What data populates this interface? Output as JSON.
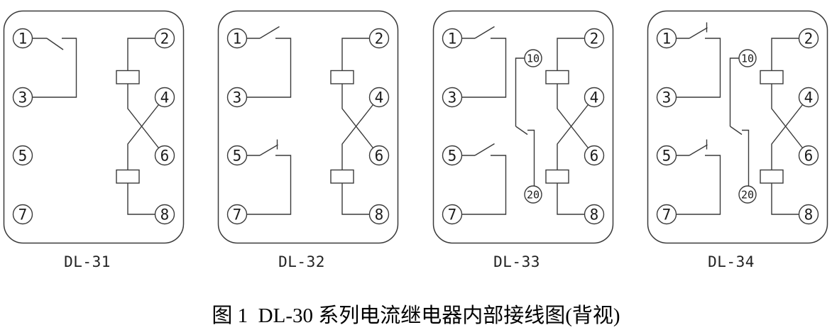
{
  "figure_caption": "图 1  DL-30 系列电流继电器内部接线图(背视)",
  "colors": {
    "line": "#3a3a3a",
    "text": "#1a1a1a",
    "background": "#ffffff"
  },
  "panels": [
    {
      "label": "DL-31",
      "terminals": {
        "t1": "1",
        "t2": "2",
        "t3": "3",
        "t4": "4",
        "t5": "5",
        "t6": "6",
        "t7": "7",
        "t8": "8"
      }
    },
    {
      "label": "DL-32",
      "terminals": {
        "t1": "1",
        "t2": "2",
        "t3": "3",
        "t4": "4",
        "t5": "5",
        "t6": "6",
        "t7": "7",
        "t8": "8"
      }
    },
    {
      "label": "DL-33",
      "terminals": {
        "t1": "1",
        "t2": "2",
        "t3": "3",
        "t4": "4",
        "t5": "5",
        "t6": "6",
        "t7": "7",
        "t8": "8",
        "t10": "10",
        "t20": "20"
      }
    },
    {
      "label": "DL-34",
      "terminals": {
        "t1": "1",
        "t2": "2",
        "t3": "3",
        "t4": "4",
        "t5": "5",
        "t6": "6",
        "t7": "7",
        "t8": "8",
        "t10": "10",
        "t20": "20"
      }
    }
  ]
}
